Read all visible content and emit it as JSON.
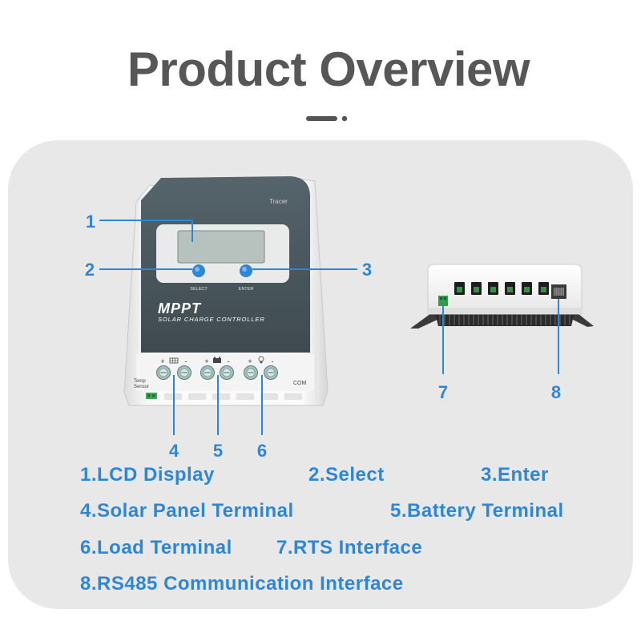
{
  "title": "Product Overview",
  "colors": {
    "accent": "#2f86d4",
    "title": "#575757",
    "panel": "#e8e8e8",
    "face": "#4a575d"
  },
  "callouts": [
    "1",
    "2",
    "3",
    "4",
    "5",
    "6",
    "7",
    "8"
  ],
  "device": {
    "brand": "Tracer",
    "select_label": "SELECT",
    "enter_label": "ENTER",
    "model": "MPPT",
    "subtitle": "SOLAR CHARGE CONTROLLER",
    "temp_sensor": [
      "Temp",
      "Sensor"
    ],
    "com_label": "COM",
    "terminals": [
      {
        "plus": "+",
        "icon": "solar-panel-icon",
        "minus": "-"
      },
      {
        "plus": "+",
        "icon": "battery-icon",
        "minus": "-"
      },
      {
        "plus": "+",
        "icon": "bulb-icon",
        "minus": "-"
      }
    ]
  },
  "legend": [
    {
      "text": "1.LCD Display"
    },
    {
      "text": "2.Select"
    },
    {
      "text": "3.Enter"
    },
    {
      "text": "4.Solar Panel Terminal"
    },
    {
      "text": "5.Battery Terminal"
    },
    {
      "text": "6.Load Terminal"
    },
    {
      "text": "7.RTS Interface"
    },
    {
      "text": "8.RS485 Communication Interface"
    }
  ]
}
